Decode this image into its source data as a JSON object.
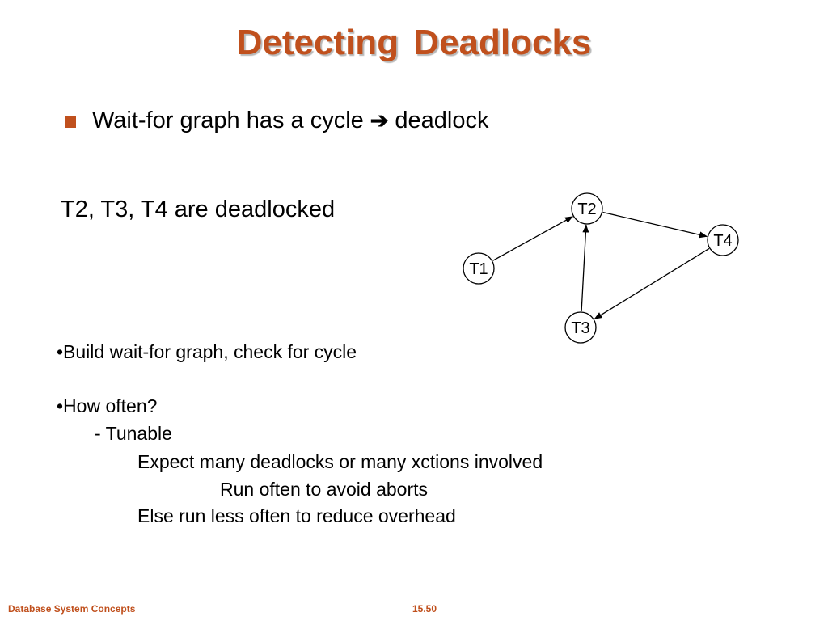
{
  "slide": {
    "title": "Detecting  Deadlocks",
    "title_color": "#c0501d",
    "bullet": {
      "text_before": "Wait-for graph has a cycle",
      "arrow_glyph": "➔",
      "text_after": "deadlock",
      "marker_color": "#c0501d"
    },
    "deadlocked_statement": "T2, T3, T4 are deadlocked",
    "body_lines": [
      "•Build wait-for graph, check for cycle",
      "•How often?",
      "- Tunable",
      "Expect many deadlocks or many xctions involved",
      "Run often to avoid aborts",
      "Else run less often to reduce overhead"
    ],
    "footer": {
      "left": "Database System Concepts",
      "center": "15.50",
      "color": "#c0501d"
    }
  },
  "wait_for_graph": {
    "nodes": [
      "T1",
      "T2",
      "T3",
      "T4"
    ],
    "edges": [
      {
        "from": "T1",
        "to": "T2"
      },
      {
        "from": "T2",
        "to": "T4"
      },
      {
        "from": "T4",
        "to": "T3"
      },
      {
        "from": "T3",
        "to": "T2"
      }
    ]
  }
}
